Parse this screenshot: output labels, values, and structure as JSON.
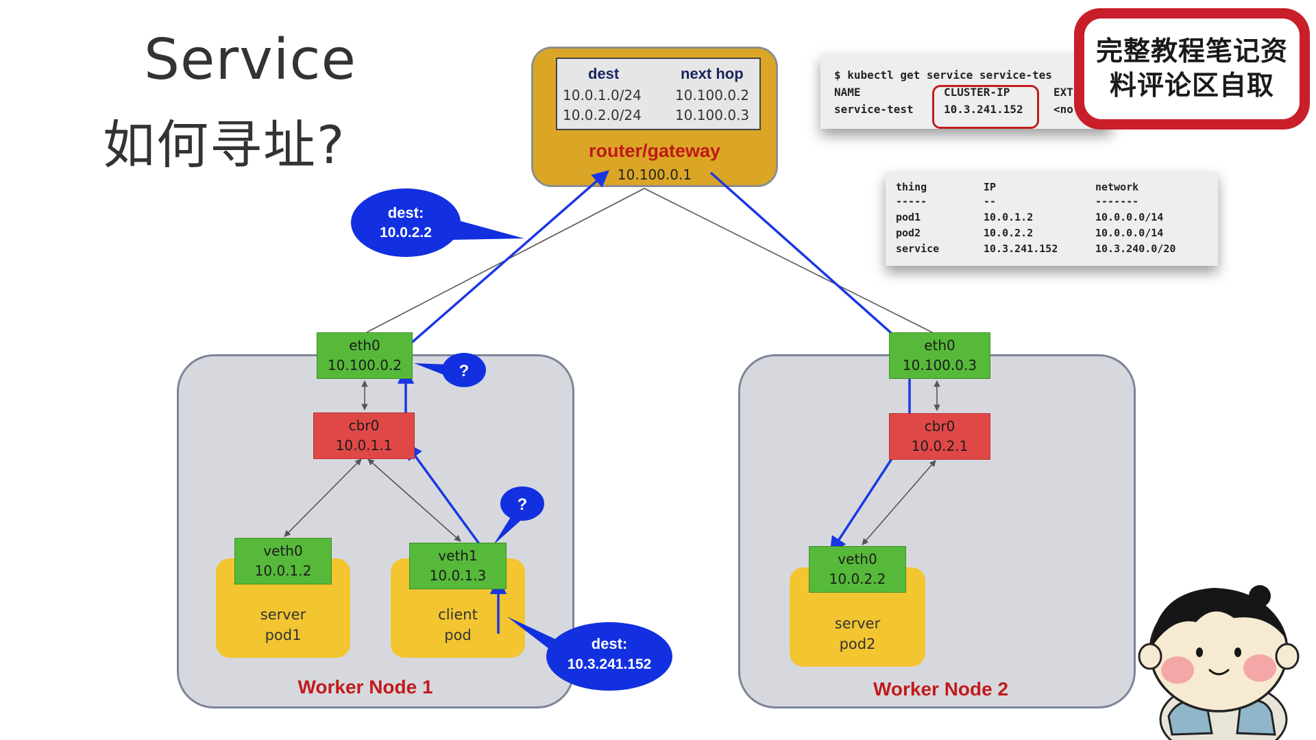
{
  "title": {
    "line1": "Service",
    "line2": "如何寻址?"
  },
  "router": {
    "table_headers": {
      "dest": "dest",
      "next_hop": "next hop"
    },
    "routes": [
      {
        "dest": "10.0.1.0/24",
        "next_hop": "10.100.0.2"
      },
      {
        "dest": "10.0.2.0/24",
        "next_hop": "10.100.0.3"
      }
    ],
    "name": "router/gateway",
    "ip": "10.100.0.1"
  },
  "worker1": {
    "label": "Worker Node 1",
    "eth0": {
      "name": "eth0",
      "ip": "10.100.0.2"
    },
    "cbr0": {
      "name": "cbr0",
      "ip": "10.0.1.1"
    },
    "veth0": {
      "name": "veth0",
      "ip": "10.0.1.2"
    },
    "veth1": {
      "name": "veth1",
      "ip": "10.0.1.3"
    },
    "pod1": {
      "line1": "server",
      "line2": "pod1"
    },
    "client_pod": {
      "line1": "client",
      "line2": "pod"
    }
  },
  "worker2": {
    "label": "Worker Node 2",
    "eth0": {
      "name": "eth0",
      "ip": "10.100.0.3"
    },
    "cbr0": {
      "name": "cbr0",
      "ip": "10.0.2.1"
    },
    "veth0": {
      "name": "veth0",
      "ip": "10.0.2.2"
    },
    "pod2": {
      "line1": "server",
      "line2": "pod2"
    }
  },
  "bubbles": {
    "dest_pod": {
      "line1": "dest:",
      "line2": "10.0.2.2"
    },
    "dest_service": {
      "line1": "dest:",
      "line2": "10.3.241.152"
    },
    "question": "?"
  },
  "terminal_service": {
    "command": "$ kubectl get service service-tes",
    "headers": {
      "name": "NAME",
      "cluster_ip": "CLUSTER-IP",
      "external": "EXT"
    },
    "row": {
      "name": "service-test",
      "cluster_ip": "10.3.241.152",
      "external": "<no"
    }
  },
  "terminal_network": {
    "headers": {
      "thing": "thing",
      "ip": "IP",
      "network": "network"
    },
    "rules": {
      "thing": "-----",
      "ip": "--",
      "network": "-------"
    },
    "rows": [
      {
        "thing": "pod1",
        "ip": "10.0.1.2",
        "network": "10.0.0.0/14"
      },
      {
        "thing": "pod2",
        "ip": "10.0.2.2",
        "network": "10.0.0.0/14"
      },
      {
        "thing": "service",
        "ip": "10.3.241.152",
        "network": "10.3.240.0/20"
      }
    ]
  },
  "promo": {
    "line1": "完整教程笔记资",
    "line2": "料评论区自取"
  },
  "colors": {
    "arrow_blue": "#1a36e6",
    "bubble_blue": "#1230e0",
    "router_gold": "#dba626",
    "interface_green": "#56b93a",
    "bridge_red": "#e04848",
    "pod_yellow": "#f2c531",
    "node_label_red": "#c11b1b",
    "promo_red": "#c81f2a"
  }
}
